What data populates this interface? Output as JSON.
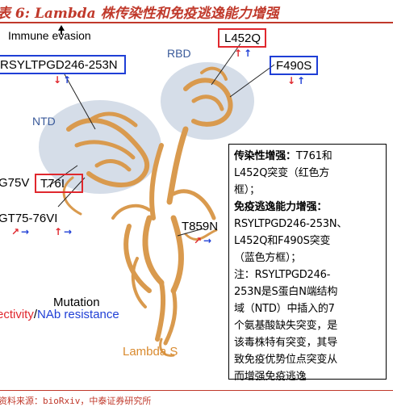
{
  "title": "表 6:  Lambda 株传染性和免疫逃逸能力增强",
  "figure": {
    "immune_evasion": "Immune evasion",
    "rbd": "RBD",
    "ntd": "NTD",
    "lambda_s": "Lambda S",
    "labels": {
      "l452q": "L452Q",
      "f490s": "F490S",
      "rsyltpgd": "RSYLTPGD246-253N",
      "g75v": "G75V",
      "t76i": "T76I",
      "gt75": "GT75-76VI",
      "t859n": "T859N"
    },
    "mutation_title": "Mutation",
    "mutation_infectivity": "ectivity",
    "mutation_sep": "/",
    "mutation_nab": "NAb resistance",
    "colors": {
      "red": "#e0282e",
      "blue": "#1f3fd6",
      "protein": "#d99a4e",
      "ellipse": "#d5dde8"
    }
  },
  "legend": {
    "l1_bold": "传染性增强：",
    "l1_rest": "T761和",
    "l2": "L452Q突变（红色方",
    "l3": "框）；",
    "l4_bold": "免疫逃逸能力增强：",
    "l5": "RSYLTPGD246-253N、",
    "l6": "L452Q和F490S突变",
    "l7": "（蓝色方框）；",
    "l8": "注：RSYLTPGD246-",
    "l9": "253N是S蛋白N端结构",
    "l10": "域（NTD）中插入的7",
    "l11": "个氨基酸缺失突变，是",
    "l12": "该毒株特有突变，其导",
    "l13": "致免疫优势位点突变从",
    "l14": "而增强免疫逃逸"
  },
  "source": "资料来源：bioRxiv，中泰证券研究所"
}
